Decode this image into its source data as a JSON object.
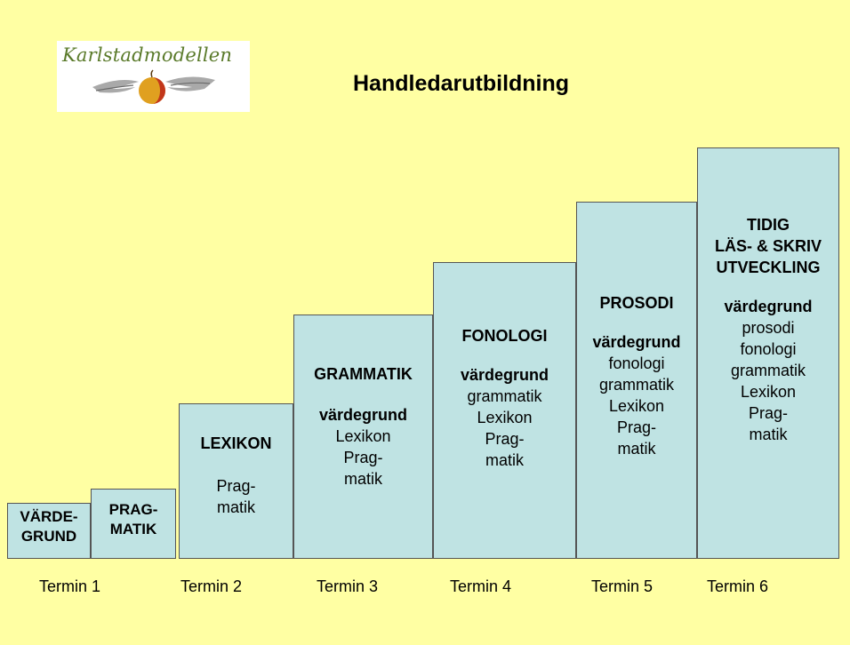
{
  "logo": {
    "text": "Karlstadmodellen"
  },
  "title": "Handledarutbildning",
  "blocks": [
    {
      "lines": [
        "VÄRDE-",
        "GRUND"
      ]
    },
    {
      "lines": [
        "PRAG-",
        "MATIK"
      ]
    },
    {
      "lines": [
        "LEXIKON",
        "Prag-",
        "matik"
      ]
    },
    {
      "lines": [
        "GRAMMATIK",
        "värdegrund",
        "Lexikon",
        "Prag-",
        "matik"
      ]
    },
    {
      "lines": [
        "FONOLOGI",
        "värdegrund",
        "grammatik",
        "Lexikon",
        "Prag-",
        "matik"
      ]
    },
    {
      "lines": [
        "PROSODI",
        "värdegrund",
        "fonologi",
        "grammatik",
        "Lexikon",
        "Prag-",
        "matik"
      ]
    },
    {
      "lines": [
        "TIDIG",
        "LÄS- & SKRIV",
        "UTVECKLING",
        "värdegrund",
        "prosodi",
        "fonologi",
        "grammatik",
        "Lexikon",
        "Prag-",
        "matik"
      ]
    }
  ],
  "terms": [
    "Termin 1",
    "Termin 2",
    "Termin 3",
    "Termin 4",
    "Termin 5",
    "Termin 6"
  ]
}
